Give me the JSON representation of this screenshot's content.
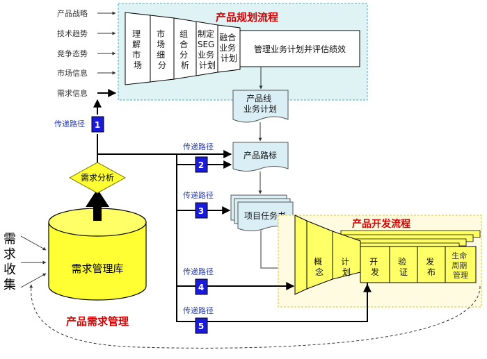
{
  "inputs": [
    "产品战略",
    "技术趋势",
    "竞争态势",
    "市场信息",
    "需求信息"
  ],
  "planning": {
    "title": "产品规划流程",
    "stages": [
      [
        "理",
        "解",
        "市",
        "场"
      ],
      [
        "市",
        "场",
        "细",
        "分"
      ],
      [
        "组",
        "合",
        "分",
        "析"
      ],
      [
        "制定",
        "SEG",
        "业务",
        "计划"
      ],
      [
        "融合",
        "业务",
        "计划"
      ]
    ],
    "final_stage": "管理业务计划并评估绩效"
  },
  "docs": {
    "product_line": [
      "产品线",
      "业务计划"
    ],
    "roadmap": "产品路标",
    "task_book": "项目任务书"
  },
  "delivery_path_label": "传递路径",
  "path_numbers": [
    "1",
    "2",
    "3",
    "4",
    "5"
  ],
  "analysis_label": "需求分析",
  "collect_label": [
    "需",
    "求",
    "收",
    "集"
  ],
  "database_label": "需求管理库",
  "requirements_mgmt_title": "产品需求管理",
  "development": {
    "title": "产品开发流程",
    "stages": [
      [
        "概",
        "念"
      ],
      [
        "计",
        "划"
      ],
      [
        "开",
        "发"
      ],
      [
        "验",
        "证"
      ],
      [
        "发",
        "布"
      ],
      [
        "生命",
        "周期",
        "管理"
      ]
    ]
  },
  "colors": {
    "planning_panel": "#dff3f5",
    "planning_border": "#7fc8d0",
    "dev_panel": "#fffbe0",
    "dev_border": "#e8d96a",
    "yellow": "#ffff33",
    "doc_blue": "#d9eef5",
    "num_box": "#1a1adb"
  }
}
